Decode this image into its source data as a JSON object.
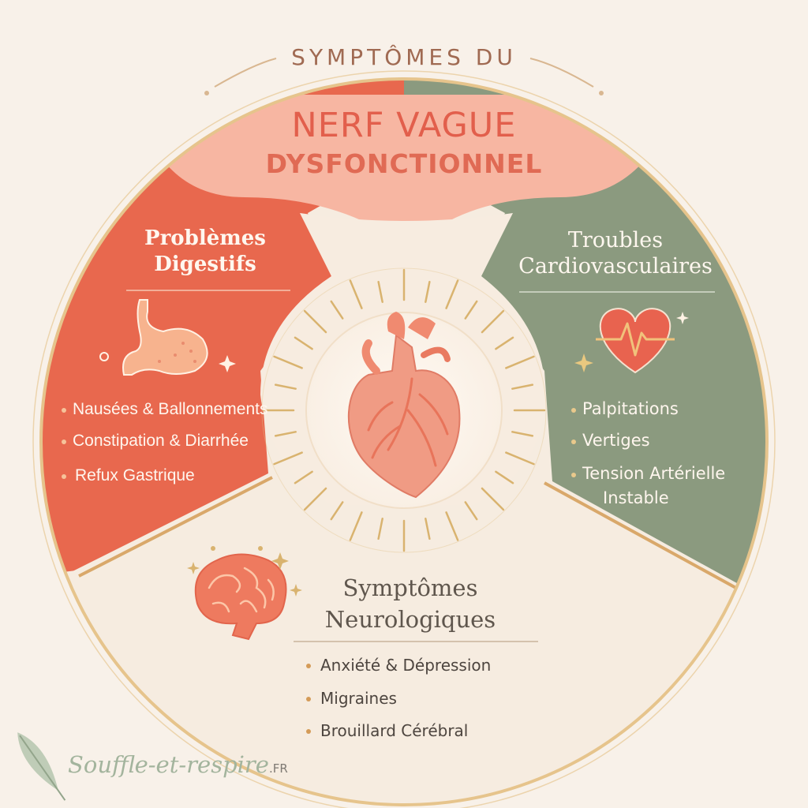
{
  "header": {
    "supertitle": "SYMPTÔMES DU",
    "title_line1": "NERF VAGUE",
    "title_line2": "DYSFONCTIONNEL"
  },
  "sections": {
    "digestive": {
      "title_line1": "Problèmes",
      "title_line2": "Digestifs",
      "items": [
        "Nausées  & Ballonnements",
        "Constipation & Diarrhée",
        "Refux Gastrique"
      ]
    },
    "cardio": {
      "title_line1": "Troubles",
      "title_line2": "Cardiovasculaires",
      "items": [
        "Palpitations",
        "Vertiges",
        "Tension Artérielle",
        "Instable"
      ]
    },
    "neuro": {
      "title_line1": "Symptômes",
      "title_line2": "Neurologiques",
      "items": [
        "Anxiété & Dépression",
        "Migraines",
        "Brouillard Cérébral"
      ]
    }
  },
  "brand": {
    "name": "Souffle-et-respire",
    "tld": ".FR"
  },
  "icons": [
    "stomach-icon",
    "heart-pulse-icon",
    "brain-icon",
    "anatomical-heart-icon",
    "feather-icon",
    "sparkle-icon"
  ],
  "colors": {
    "background": "#f8f1e9",
    "coral": "#e8684e",
    "sage": "#8b9a7f",
    "cream": "#f6ece0",
    "peach": "#f7b6a2",
    "gold": "#d9b36f"
  }
}
